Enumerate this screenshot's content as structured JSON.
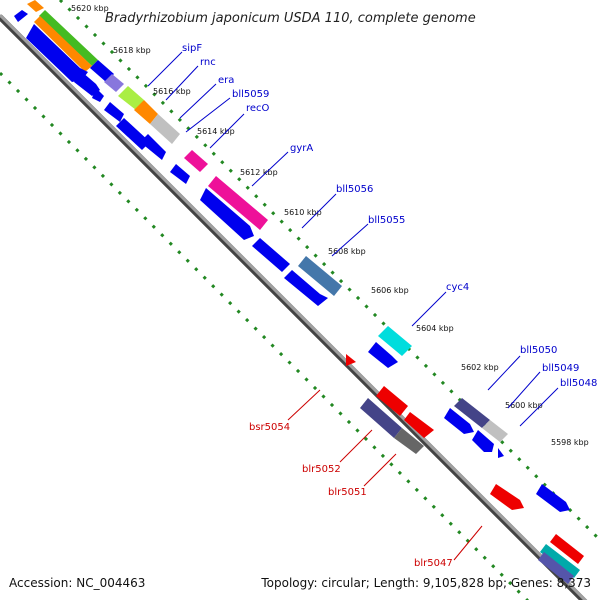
{
  "header": {
    "title": "Bradyrhizobium japonicum USDA 110, complete genome"
  },
  "footer": {
    "accession": "Accession: NC_004463",
    "summary": "Topology: circular; Length: 9,105,828 bp; Genes: 8,373"
  },
  "colors": {
    "backbone": "#808080",
    "forward_label": "#0000cc",
    "reverse_label": "#cc0000",
    "tick": "#228822"
  },
  "tick_labels": [
    "5620 kbp",
    "5618 kbp",
    "5616 kbp",
    "5614 kbp",
    "5612 kbp",
    "5610 kbp",
    "5608 kbp",
    "5606 kbp",
    "5604 kbp",
    "5602 kbp",
    "5600 kbp",
    "5598 kbp"
  ],
  "forward_gene_labels": [
    "sipF",
    "rnc",
    "era",
    "bll5059",
    "recO",
    "gyrA",
    "bll5056",
    "bll5055",
    "cyc4",
    "bll5050",
    "bll5049",
    "bll5048"
  ],
  "reverse_gene_labels": [
    "bsr5054",
    "blr5052",
    "blr5051",
    "blr5047"
  ]
}
